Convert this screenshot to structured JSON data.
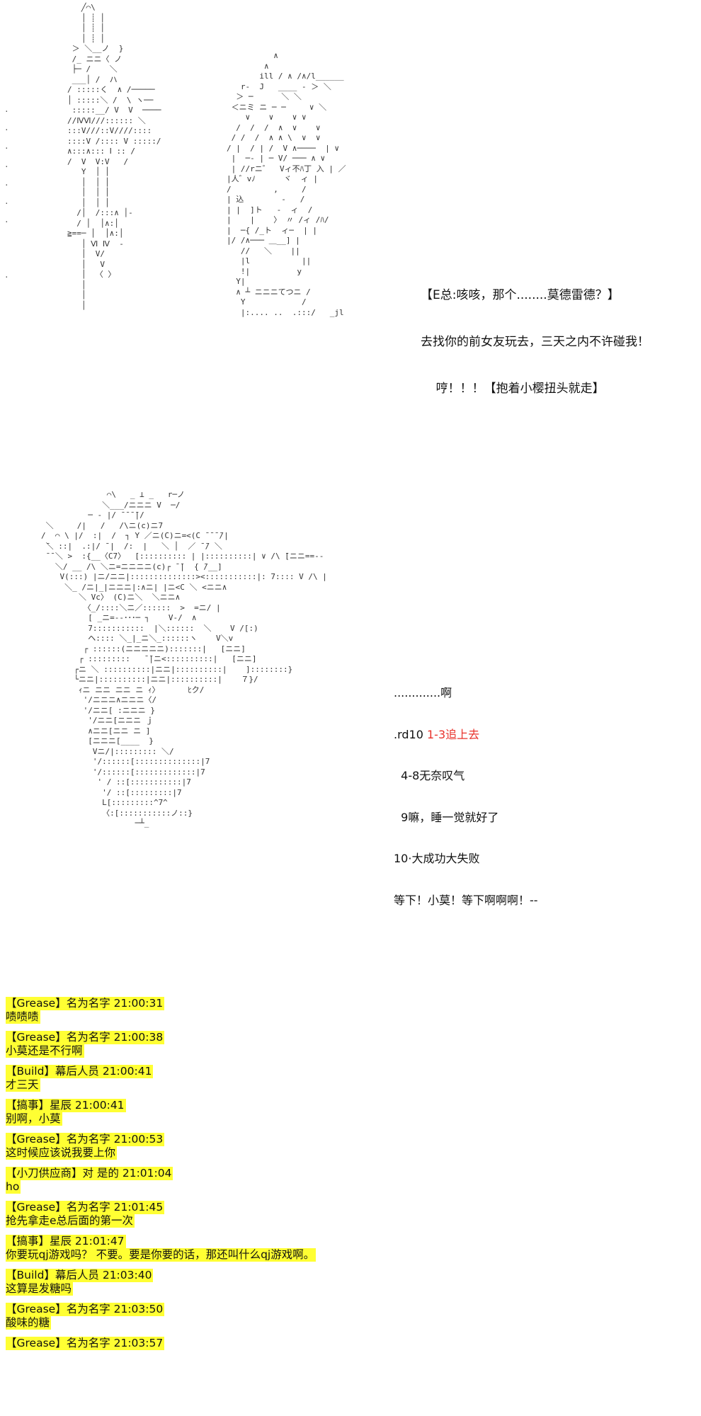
{
  "panel1": {
    "art_left": "   ╱⌒\\\n   │ ┊ │\n   │ ┊ │\n   │ ┊ │\n ＞ ＼__ノ  }\n /_ ニニ〈 ノ\n ├─ /    ＼\n ___│ /  ハ\n/ :::::く  ∧ /─────\n│ :::::＼ /  \\ ヽ──\n :::::__/ V  V  ────\n//ⅣⅥ///:::::: ＼\n:::V///::V////::::\n::::V /:::: V :::::/\n∧:::∧::: Ⅰ :: /\n/  V  V:V   /\n   Y  │ │\n   │  │ │\n   │  │ │\n   │  │ │\n  /│  /:::∧ │-\n  / │  │∧:│\n≧==─ │  │∧:│\n   │ Ⅵ Ⅳ  ‐\n   │  V/\n   │   V\n   │  〈 〉\n   │\n   │\n   │",
    "art_right": "          ∧\n        ∧\n       ill / ∧ /∧/l______\n   r‐  J   ____ ‐ ＞ ＼\n  ＞ ─      ＼ ＼\n ＜ニミ ニ ─ ─     ∨ ＼\n    ∨    ∨    ∨ ∨\n  /  /  /  ∧  ∨    ∨\n / /  /  ∧ ∧ \\  ∨  ∨\n/ |  / | /  V ∧────  | ∨\n |  ─‐ | ─ V/ ─── ∧ ∨\n | //rニ゛  Vィ不ﾊ丁 入 | ／\n|人゛vﾉ      ヾ  ィ |\n/         ,     /\n| 込        -   /\n| |  ]ト   -  ィ  /\n|    |    〉 〃 /ィ /ﾊ/\n|  ─{ /_ト  ィ─  | |\n|/ /∧─── ＿__] |\n   //   ＼    ||\n   |l           ||\n   !|          y\n  Y|\n  ∧ ┴ ニニニてつニ /\n   Y            /\n   |:.... ..  .:::/   _jl",
    "dialog": [
      "【E总:咳咳，那个........莫德雷德？】",
      "去找你的前女友玩去，三天之内不许碰我！",
      "    哼！！！【抱着小樱扭头就走】"
    ]
  },
  "panel2": {
    "art": "              ⌒\\   _ ⊥ _   r─ノ\n             ＼___/ニニニ V  ─/\n          ─ ‐ |/ ̄ ̄ ̄ ̄|/\n ＼     /|   /   /\\ニ(c)ニ7\n/  ⌒ \\ |/  :|  /  ┐ Y ／ニ(C)ニ=<(C ̄ ̄ ̄ ̄/|\n ̄＼ ::|  .:|/ ̄ |  /:  |   ＼ │  ／ ̄ ̄/ ＼\n ̄ ̄ ＼ >  :{__〈C7〉  [:::::::::: | |::::::::::| ∨ /\\ ̄[ニニ==‐‐\n   ＼/ __ /\\ ＼ニ=ニニニニ(c)┌ ̄ ̄|  { ̄/__]\n    V(:::) |ニ/ニニ|::::::::::::::><:::::::::::|: 7:::: V /\\ |\n     ＼_ /ニ|_|ニニニ|:∧ニ| |ニ<C ＼ <ニニ∧\n        ＼ Vc〉 (C)ニ＼  ＼ニニ∧\n         〈_/::::＼ニ／::::::  >  =ニ/ |\n          [ _ニ=‐‐･･･─ ┐    V‐/  ∧\n          7:::::::::::  |＼::::::  ＼    V /[:)\n          ヘ:::: ＼_|_ニ＼_::::::ヽ    V＼v\n         ┌ ::::::(ニニニニニ):::::::|   [ニニ]\n        ┌ :::::::::   ̄ ̄|ニ<::::::::::|   [ニニ]\n       ┌ニ ＼ ::::::::::|ニニ|::::::::::|    ]::::::::}\n       └ニニ|::::::::::|ニニ|::::::::::|    ７}/\n        ｨニ ニニ ニニ ニ ｨ〉      ﾋク/\n         '/ニニニ∧ニニニ〈/\n         '/ニニ[ :ニニニ }\n          '/ニニ[ニニニ ｊ\n          ∧ニニ[ニニ ニ ]\n          [ニニニ[____  }\n           Vニ/|::::::::: ＼/\n           '/::::::[::::::::::::::|7\n           '/::::::[:::::::::::::|7\n            ' / ::[:::::::::::|7\n             '/ ::[:::::::::|7\n             L[:::::::::^7^\n             〈:[:::::::::::ノ::}\n                    ─┴_"
  },
  "dice": {
    "line0": ".............啊",
    "line1_prefix": ".rd10 ",
    "line1_result": "1-3追上去",
    "line2": "  4-8无奈叹气",
    "line3": "  9嘛，睡一觉就好了",
    "line4": "10·大成功大失败",
    "line5": "等下！小莫！等下啊啊啊！‐‐"
  },
  "chat": [
    {
      "header": "【Grease】名为名字 21:00:31",
      "text": "啧啧啧"
    },
    {
      "header": "【Grease】名为名字 21:00:38",
      "text": "小莫还是不行啊"
    },
    {
      "header": "【Build】幕后人员 21:00:41",
      "text": "才三天"
    },
    {
      "header": "【搞事】星辰 21:00:41",
      "text": "别啊，小莫"
    },
    {
      "header": "【Grease】名为名字 21:00:53",
      "text": "这时候应该说我要上你"
    },
    {
      "header": "【小刀供应商】对 是的 21:01:04",
      "text": "ho"
    },
    {
      "header": "【Grease】名为名字 21:01:45",
      "text": "抢先拿走e总后面的第一次"
    },
    {
      "header": "【搞事】星辰 21:01:47",
      "text": "你要玩qj游戏吗？ 不要。要是你要的话，那还叫什么qj游戏啊。"
    },
    {
      "header": "【Build】幕后人员 21:03:40",
      "text": "这算是发糖吗"
    },
    {
      "header": "【Grease】名为名字 21:03:50",
      "text": "酸味的糖"
    },
    {
      "header": "【Grease】名为名字 21:03:57",
      "text": ""
    }
  ]
}
